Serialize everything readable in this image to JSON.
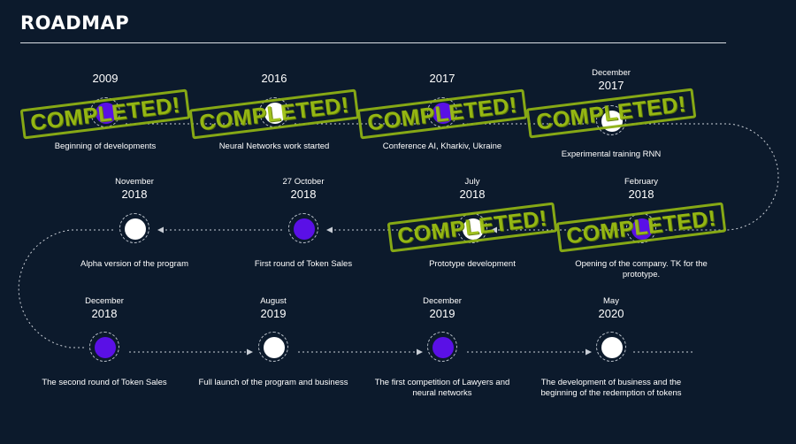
{
  "page": {
    "title": "ROADMAP"
  },
  "stamp_text": "COMPLETED!",
  "colors": {
    "background": "#0c1a2c",
    "purple_dot": "#5a10e6",
    "white_dot": "#ffffff",
    "stamp": "#8db014"
  },
  "milestones": [
    {
      "month": "",
      "year": "2009",
      "description": "Beginning of developments",
      "dot": "purple",
      "completed": true
    },
    {
      "month": "",
      "year": "2016",
      "description": "Neural Networks work started",
      "dot": "white",
      "completed": true
    },
    {
      "month": "",
      "year": "2017",
      "description": "Conference AI, Kharkiv, Ukraine",
      "dot": "purple",
      "completed": true
    },
    {
      "month": "December",
      "year": "2017",
      "description": "Experimental training RNN",
      "dot": "white",
      "completed": true
    },
    {
      "month": "February",
      "year": "2018",
      "description": "Opening of the company. TK for the prototype.",
      "dot": "purple",
      "completed": true
    },
    {
      "month": "July",
      "year": "2018",
      "description": "Prototype development",
      "dot": "white",
      "completed": true
    },
    {
      "month": "27 October",
      "year": "2018",
      "description": "First round of Token Sales",
      "dot": "purple",
      "completed": false
    },
    {
      "month": "November",
      "year": "2018",
      "description": "Alpha version of the program",
      "dot": "white",
      "completed": false
    },
    {
      "month": "December",
      "year": "2018",
      "description": "The second round of Token Sales",
      "dot": "purple",
      "completed": false
    },
    {
      "month": "August",
      "year": "2019",
      "description": "Full launch of the program and business",
      "dot": "white",
      "completed": false
    },
    {
      "month": "December",
      "year": "2019",
      "description": "The first competition of Lawyers and neural networks",
      "dot": "purple",
      "completed": false
    },
    {
      "month": "May",
      "year": "2020",
      "description": "The development of business and the beginning of the redemption of tokens",
      "dot": "white",
      "completed": false
    }
  ]
}
